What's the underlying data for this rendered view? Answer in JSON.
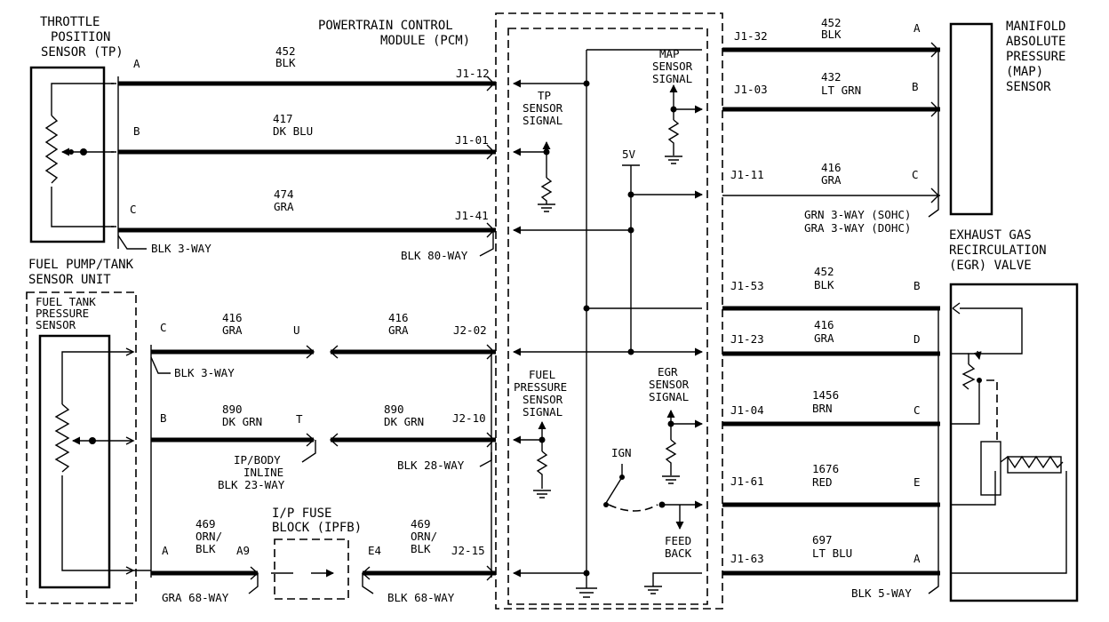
{
  "components": {
    "tp_sensor": [
      "THROTTLE",
      "POSITION",
      "SENSOR (TP)"
    ],
    "pcm": [
      "POWERTRAIN CONTROL",
      "MODULE (PCM)"
    ],
    "map_sensor": [
      "MANIFOLD",
      "ABSOLUTE",
      "PRESSURE",
      "(MAP)",
      "SENSOR"
    ],
    "fuel_pump": [
      "FUEL PUMP/TANK",
      "SENSOR UNIT"
    ],
    "fuel_tank_sensor": [
      "FUEL TANK",
      "PRESSURE",
      "SENSOR"
    ],
    "egr_valve": [
      "EXHAUST GAS",
      "RECIRCULATION",
      "(EGR) VALVE"
    ],
    "ipfb": [
      "I/P FUSE",
      "BLOCK (IPFB)"
    ]
  },
  "pcm_internal": {
    "tp_signal": [
      "TP",
      "SENSOR",
      "SIGNAL"
    ],
    "map_signal": [
      "MAP",
      "SENSOR",
      "SIGNAL"
    ],
    "five_v": "5V",
    "fuel_signal": [
      "FUEL",
      "PRESSURE",
      "SENSOR",
      "SIGNAL"
    ],
    "egr_signal": [
      "EGR",
      "SENSOR",
      "SIGNAL"
    ],
    "ign": "IGN",
    "feedback": [
      "FEED",
      "BACK"
    ]
  },
  "tp_wires": [
    {
      "pin": "A",
      "circuit": "452",
      "color": "BLK",
      "pcm_pin": "J1-12"
    },
    {
      "pin": "B",
      "circuit": "417",
      "color": "DK BLU",
      "pcm_pin": "J1-01"
    },
    {
      "pin": "C",
      "circuit": "474",
      "color": "GRA",
      "pcm_pin": "J1-41"
    }
  ],
  "map_wires": [
    {
      "pcm_pin": "J1-32",
      "circuit": "452",
      "color": "BLK",
      "pin": "A"
    },
    {
      "pcm_pin": "J1-03",
      "circuit": "432",
      "color": "LT GRN",
      "pin": "B"
    },
    {
      "pcm_pin": "J1-11",
      "circuit": "416",
      "color": "GRA",
      "pin": "C"
    }
  ],
  "egr_wires": [
    {
      "pcm_pin": "J1-53",
      "circuit": "452",
      "color": "BLK",
      "pin": "B"
    },
    {
      "pcm_pin": "J1-23",
      "circuit": "416",
      "color": "GRA",
      "pin": "D"
    },
    {
      "pcm_pin": "J1-04",
      "circuit": "1456",
      "color": "BRN",
      "pin": "C"
    },
    {
      "pcm_pin": "J1-61",
      "circuit": "1676",
      "color": "RED",
      "pin": "E"
    },
    {
      "pcm_pin": "J1-63",
      "circuit": "697",
      "color": "LT BLU",
      "pin": "A"
    }
  ],
  "fuel_wires": {
    "row1": {
      "pin": "C",
      "circuit": "416",
      "color": "GRA",
      "inline_pin": "U",
      "circuit2": "416",
      "color2": "GRA",
      "pcm_pin": "J2-02"
    },
    "row2": {
      "pin": "B",
      "circuit": "890",
      "color": "DK GRN",
      "inline_pin": "T",
      "circuit2": "890",
      "color2": "DK GRN",
      "pcm_pin": "J2-10"
    },
    "row3": {
      "pin": "A",
      "circuit": "469",
      "color": [
        "ORN/",
        "BLK"
      ],
      "fuse_pin_in": "A9",
      "fuse_pin_out": "E4",
      "circuit2": "469",
      "color2": [
        "ORN/",
        "BLK"
      ],
      "pcm_pin": "J2-15"
    }
  },
  "connectors": {
    "tp": "BLK 3-WAY",
    "pcm_j1": "BLK 80-WAY",
    "map_sohc": "GRN 3-WAY (SOHC)",
    "map_dohc": "GRA 3-WAY (DOHC)",
    "fuel": "BLK 3-WAY",
    "inline": [
      "IP/BODY",
      "INLINE",
      "BLK 23-WAY"
    ],
    "pcm_j2": "BLK 28-WAY",
    "ipfb_in": "GRA 68-WAY",
    "ipfb_out": "BLK 68-WAY",
    "egr": "BLK 5-WAY"
  }
}
